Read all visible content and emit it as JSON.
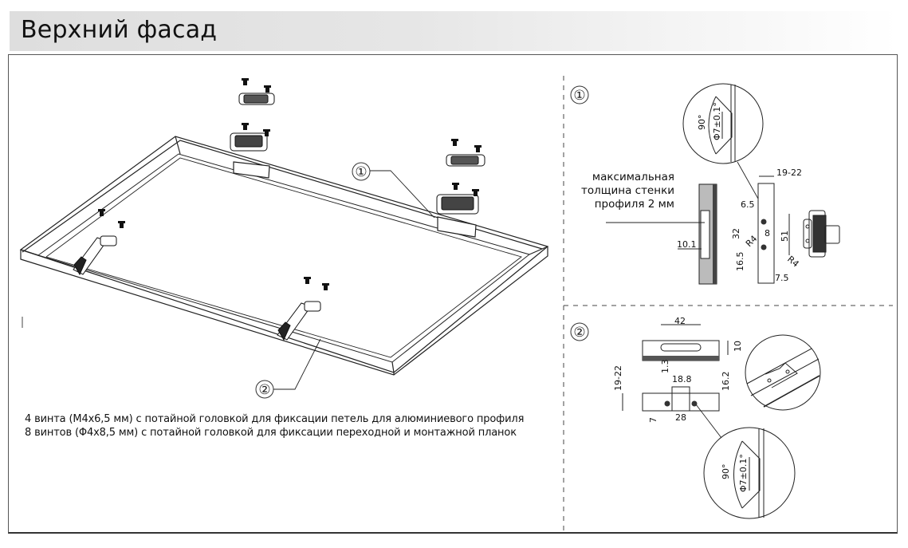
{
  "header": {
    "title": "Верхний фасад"
  },
  "assembly": {
    "callout_1": "①",
    "callout_2": "②"
  },
  "detail_1": {
    "marker": "①",
    "note": [
      "максимальная",
      "толщина стенки",
      "профиля 2 мм"
    ],
    "dims": {
      "countersink_angle": "90°",
      "countersink_dia": "Φ7±0.1°",
      "width_range": "19-22",
      "offset_a": "6.5",
      "spacing": "32",
      "hole_offset": "8",
      "height": "51",
      "radius_a": "R4",
      "radius_b": "R4",
      "edge_a": "16.5",
      "edge_b": "7.5",
      "profile_depth": "10.1"
    }
  },
  "detail_2": {
    "marker": "②",
    "dims": {
      "slot_length": "42",
      "thickness": "10",
      "offset_small": "1.3",
      "width_range": "19-22",
      "inner_width": "18.8",
      "plate_height": "16.2",
      "hole_spacing": "28",
      "hole_offset": "7",
      "countersink_angle": "90°",
      "countersink_dia": "Φ7±0.1°"
    }
  },
  "notes": [
    "4 винта (M4x6,5 мм) с потайной головкой для фиксации петель для алюминиевого профиля",
    "8 винтов (Φ4x8,5 мм) с потайной головкой для фиксации переходной и монтажной планок"
  ]
}
